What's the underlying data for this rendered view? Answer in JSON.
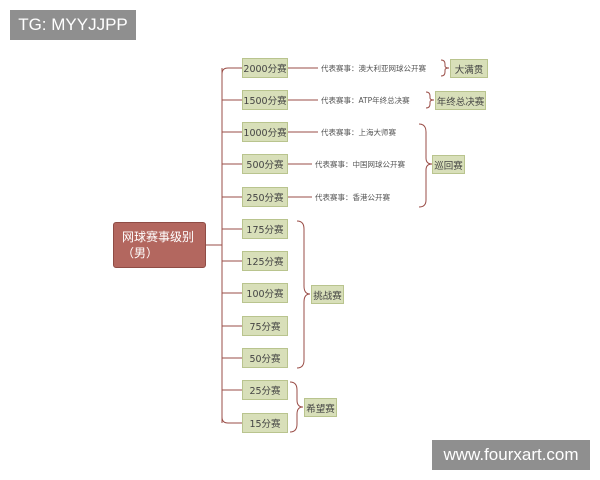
{
  "watermarks": {
    "top_left": "TG: MYYJJPP",
    "bottom_right": "www.fourxart.com"
  },
  "root": {
    "line1": "网球赛事级别",
    "line2": "（男）"
  },
  "levels": [
    {
      "label": "2000分赛",
      "example": "代表赛事：澳大利亚网球公开赛"
    },
    {
      "label": "1500分赛",
      "example": "代表赛事：ATP年终总决赛"
    },
    {
      "label": "1000分赛",
      "example": "代表赛事：上海大师赛"
    },
    {
      "label": "500分赛",
      "example": "代表赛事：中国网球公开赛"
    },
    {
      "label": "250分赛",
      "example": "代表赛事：香港公开赛"
    },
    {
      "label": "175分赛",
      "example": ""
    },
    {
      "label": "125分赛",
      "example": ""
    },
    {
      "label": "100分赛",
      "example": ""
    },
    {
      "label": "75分赛",
      "example": ""
    },
    {
      "label": "50分赛",
      "example": ""
    },
    {
      "label": "25分赛",
      "example": ""
    },
    {
      "label": "15分赛",
      "example": ""
    }
  ],
  "categories": [
    {
      "label": "大满贯"
    },
    {
      "label": "年终总决赛"
    },
    {
      "label": "巡回赛"
    },
    {
      "label": "挑战赛"
    },
    {
      "label": "希望赛"
    }
  ],
  "colors": {
    "root_fill": "#b3675f",
    "node_fill": "#d8dfb9",
    "line": "#9a4d47"
  }
}
